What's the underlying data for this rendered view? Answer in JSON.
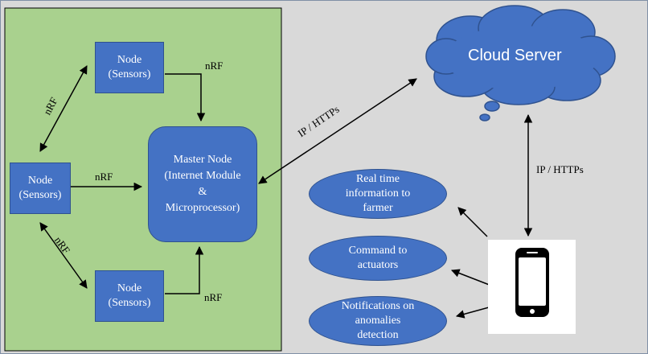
{
  "sensor_nodes": {
    "top": "Node\n(Sensors)",
    "left": "Node\n(Sensors)",
    "bottom": "Node\n(Sensors)"
  },
  "master_node": "Master Node\n(Internet Module\n&\nMicroprocessor)",
  "cloud_server": "Cloud Server",
  "links": {
    "nrf_top": "nRF",
    "nrf_middle": "nRF",
    "nrf_bottom": "nRF",
    "nrf_diag_top": "nRF",
    "nrf_diag_bottom": "nRF",
    "ip_https_diag": "IP / HTTPs",
    "ip_https_vertical": "IP / HTTPs"
  },
  "outputs": {
    "realtime": "Real time\ninformation to\nfarmer",
    "command": "Command to\nactuators",
    "notifications": "Notifications on\nanomalies\ndetection"
  },
  "colors": {
    "background": "#d9d9d9",
    "sensor_area": "#a9d18e",
    "shape_fill": "#4472c4",
    "shape_border": "#2f528f"
  }
}
